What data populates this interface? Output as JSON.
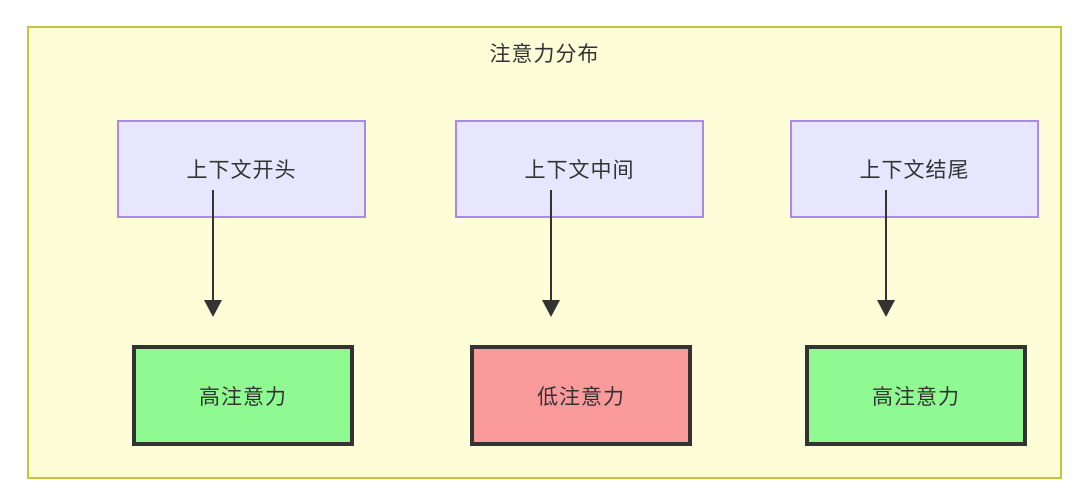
{
  "diagram": {
    "title": "注意力分布",
    "colors": {
      "container_bg": "#fdfdd8",
      "container_border": "#c6c43e",
      "source_bg": "#e8e6fd",
      "source_border": "#a98ae8",
      "high_attention_bg": "#90fa92",
      "low_attention_bg": "#fa9a9a",
      "node_border": "#333333",
      "edge": "#333333",
      "text": "#333333"
    },
    "source_nodes": [
      {
        "id": "context-start",
        "label": "上下文开头"
      },
      {
        "id": "context-middle",
        "label": "上下文中间"
      },
      {
        "id": "context-end",
        "label": "上下文结尾"
      }
    ],
    "target_nodes": [
      {
        "id": "high-attention-start",
        "label": "高注意力",
        "level": "high"
      },
      {
        "id": "low-attention-middle",
        "label": "低注意力",
        "level": "low"
      },
      {
        "id": "high-attention-end",
        "label": "高注意力",
        "level": "high"
      }
    ],
    "edges": [
      {
        "from": "context-start",
        "to": "high-attention-start",
        "arrow": "arrow-down-icon"
      },
      {
        "from": "context-middle",
        "to": "low-attention-middle",
        "arrow": "arrow-down-icon"
      },
      {
        "from": "context-end",
        "to": "high-attention-end",
        "arrow": "arrow-down-icon"
      }
    ]
  }
}
